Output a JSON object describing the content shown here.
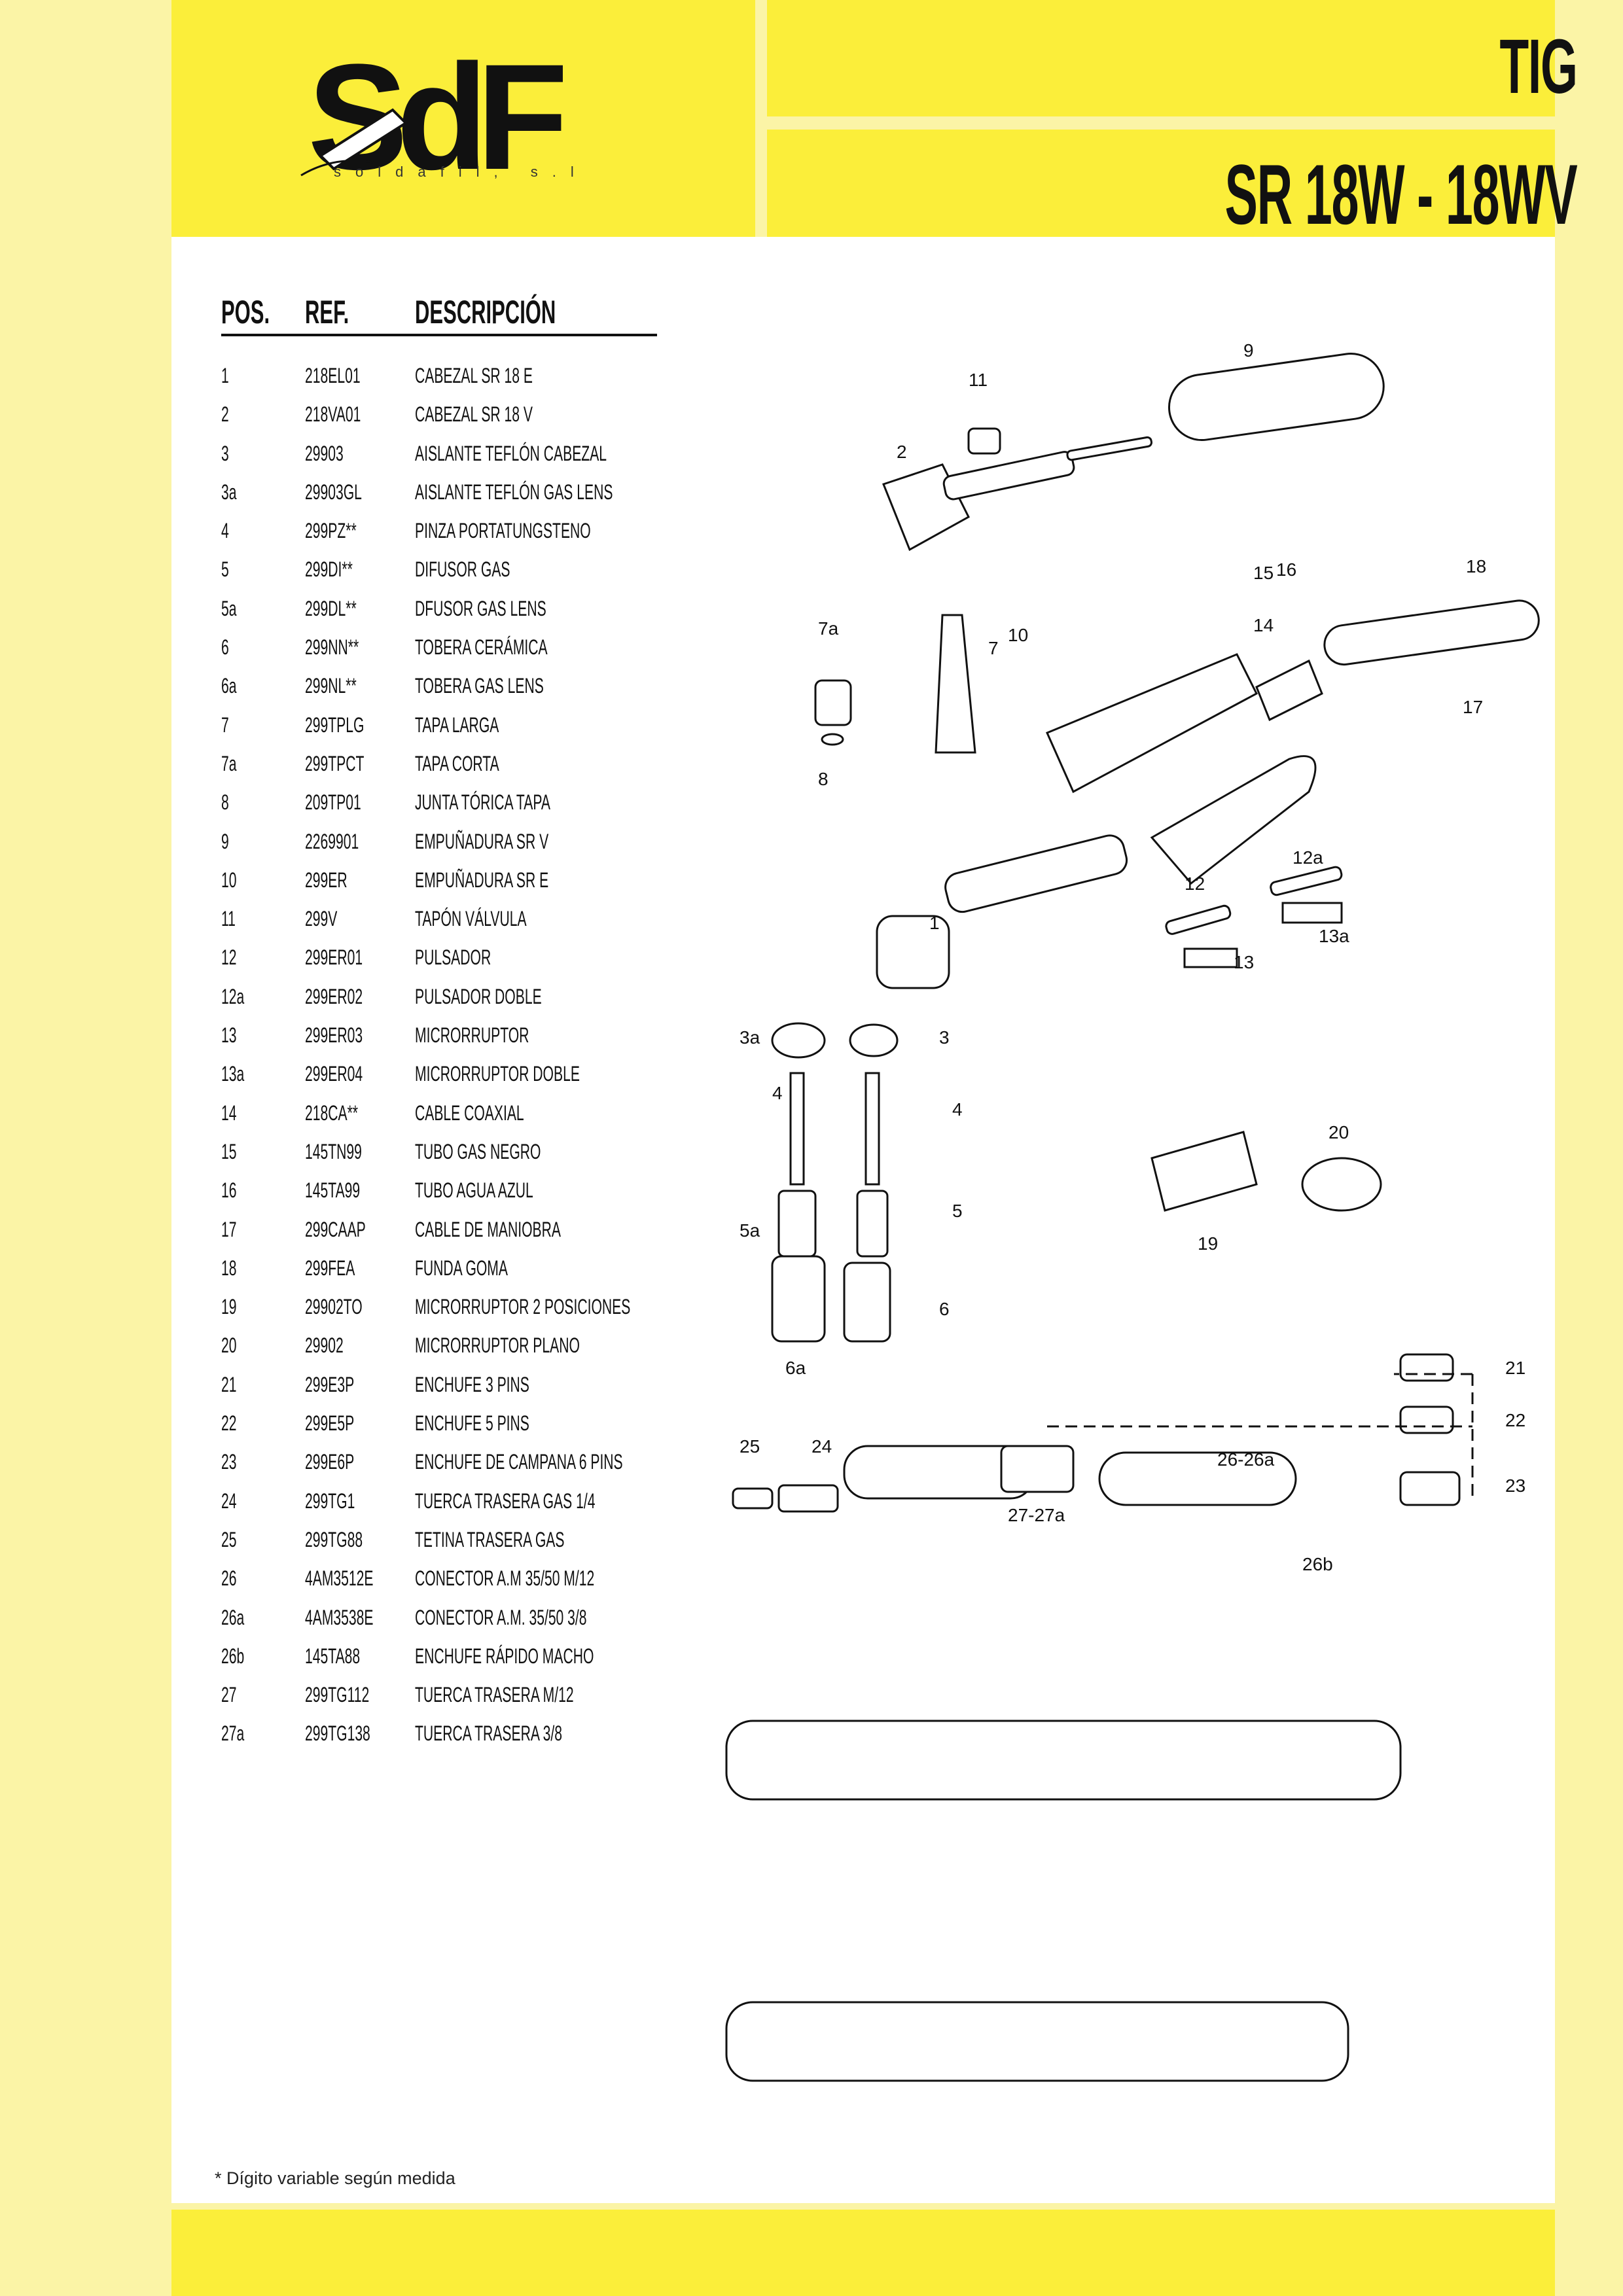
{
  "header": {
    "logo_text": "SdF",
    "logo_subtitle": "soldafil, s.l",
    "category": "TIG",
    "model": "SR 18W - 18WV"
  },
  "table": {
    "columns": [
      "POS.",
      "REF.",
      "DESCRIPCIÓN"
    ],
    "rows": [
      [
        "1",
        "218EL01",
        "CABEZAL SR 18 E"
      ],
      [
        "2",
        "218VA01",
        "CABEZAL SR 18 V"
      ],
      [
        "3",
        "29903",
        "AISLANTE TEFLÓN CABEZAL"
      ],
      [
        "3a",
        "29903GL",
        "AISLANTE TEFLÓN GAS LENS"
      ],
      [
        "4",
        "299PZ**",
        "PINZA PORTATUNGSTENO"
      ],
      [
        "5",
        "299DI**",
        "DIFUSOR GAS"
      ],
      [
        "5a",
        "299DL**",
        "DFUSOR GAS LENS"
      ],
      [
        "6",
        "299NN**",
        "TOBERA CERÁMICA"
      ],
      [
        "6a",
        "299NL**",
        "TOBERA GAS LENS"
      ],
      [
        "7",
        "299TPLG",
        "TAPA LARGA"
      ],
      [
        "7a",
        "299TPCT",
        "TAPA CORTA"
      ],
      [
        "8",
        "209TP01",
        "JUNTA TÓRICA TAPA"
      ],
      [
        "9",
        "2269901",
        "EMPUÑADURA SR V"
      ],
      [
        "10",
        "299ER",
        "EMPUÑADURA SR E"
      ],
      [
        "11",
        "299V",
        "TAPÓN VÁLVULA"
      ],
      [
        "12",
        "299ER01",
        "PULSADOR"
      ],
      [
        "12a",
        "299ER02",
        "PULSADOR DOBLE"
      ],
      [
        "13",
        "299ER03",
        "MICRORRUPTOR"
      ],
      [
        "13a",
        "299ER04",
        "MICRORRUPTOR DOBLE"
      ],
      [
        "14",
        "218CA**",
        "CABLE COAXIAL"
      ],
      [
        "15",
        "145TN99",
        "TUBO GAS NEGRO"
      ],
      [
        "16",
        "145TA99",
        "TUBO AGUA AZUL"
      ],
      [
        "17",
        "299CAAP",
        "CABLE DE MANIOBRA"
      ],
      [
        "18",
        "299FEA",
        "FUNDA GOMA"
      ],
      [
        "19",
        "29902TO",
        "MICRORRUPTOR 2 POSICIONES"
      ],
      [
        "20",
        "29902",
        "MICRORRUPTOR PLANO"
      ],
      [
        "21",
        "299E3P",
        "ENCHUFE 3 PINS"
      ],
      [
        "22",
        "299E5P",
        "ENCHUFE 5 PINS"
      ],
      [
        "23",
        "299E6P",
        "ENCHUFE DE CAMPANA 6 PINS"
      ],
      [
        "24",
        "299TG1",
        "TUERCA TRASERA GAS 1/4"
      ],
      [
        "25",
        "299TG88",
        "TETINA TRASERA GAS"
      ],
      [
        "26",
        "4AM3512E",
        "CONECTOR A.M 35/50 M/12"
      ],
      [
        "26a",
        "4AM3538E",
        "CONECTOR A.M. 35/50 3/8"
      ],
      [
        "26b",
        "145TA88",
        "ENCHUFE RÁPIDO MACHO"
      ],
      [
        "27",
        "299TG112",
        "TUERCA TRASERA M/12"
      ],
      [
        "27a",
        "299TG138",
        "TUERCA TRASERA 3/8"
      ]
    ]
  },
  "diagram": {
    "callouts": [
      "1",
      "2",
      "3",
      "3a",
      "4",
      "4",
      "5",
      "5a",
      "6",
      "6a",
      "7",
      "7a",
      "8",
      "9",
      "10",
      "11",
      "12",
      "12a",
      "13",
      "13a",
      "14",
      "15",
      "16",
      "17",
      "18",
      "19",
      "20",
      "21",
      "22",
      "23",
      "24",
      "25",
      "26-26a",
      "26b",
      "27-27a"
    ]
  },
  "footnote": "* Dígito variable según medida"
}
